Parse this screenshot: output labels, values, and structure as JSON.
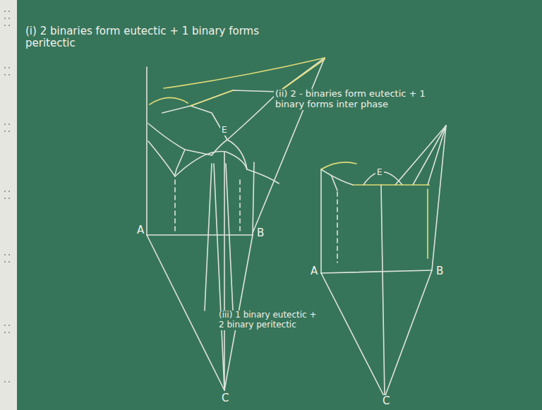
{
  "diagram": {
    "labels": [
      "(i) 2 binaries form eutectic + 1 binary forms peritectic",
      "E",
      "A",
      "B",
      "C",
      "(ii) 2 - binaries form eutectic + 1 binary forms inter phase",
      "E",
      "A",
      "B",
      "C",
      "(iii) 1 binary eutectic + 2 binary peritectic"
    ]
  }
}
